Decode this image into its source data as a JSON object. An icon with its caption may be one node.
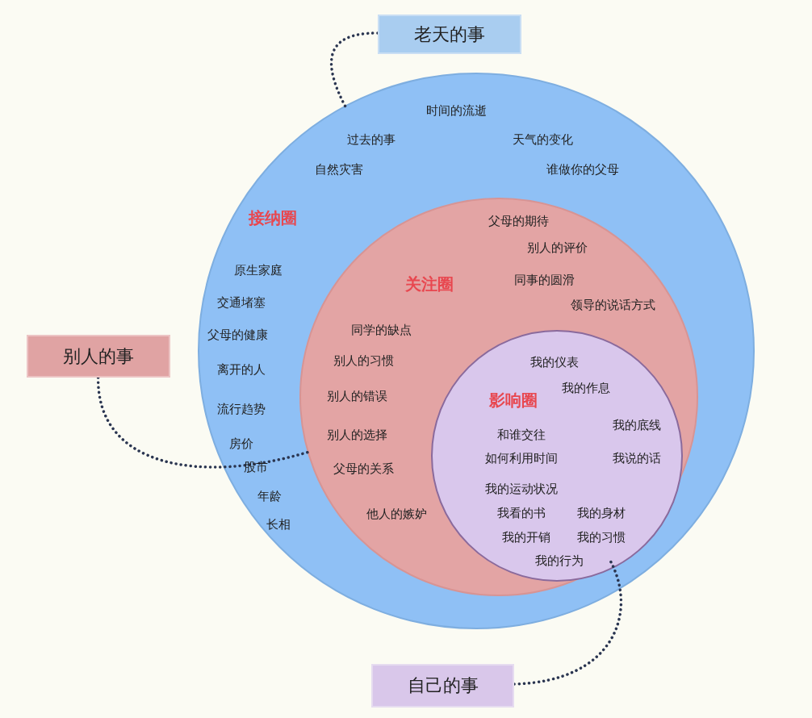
{
  "diagram": {
    "nodes": [
      {
        "text": [
          "老天的事"
        ]
      },
      {
        "text": [
          "别人的事"
        ]
      },
      {
        "text": [
          "自己的事"
        ]
      },
      {
        "text": [
          "接纳圈",
          "时间的流逝",
          "过去的事",
          "天气的变化",
          "自然灾害",
          "谁做你的父母",
          "原生家庭",
          "交通堵塞",
          "父母的健康",
          "离开的人",
          "流行趋势",
          "房价",
          "股市",
          "年龄",
          "长相"
        ]
      },
      {
        "text": [
          "关注圈",
          "父母的期待",
          "别人的评价",
          "同事的圆滑",
          "领导的说话方式",
          "同学的缺点",
          "别人的习惯",
          "别人的错误",
          "别人的选择",
          "父母的关系",
          "他人的嫉妒"
        ],
        "in": 3
      },
      {
        "text": [
          "影响圈",
          "我的仪表",
          "我的作息",
          "我的底线",
          "和谁交往",
          "如何利用时间",
          "我说的话",
          "我的运动状况",
          "我看的书",
          "我的身材",
          "我的开销",
          "我的习惯",
          "我的行为"
        ],
        "in": 4
      }
    ],
    "edges": [
      {
        "from": 0,
        "to": 3,
        "arrow": "none",
        "style": "dashed"
      },
      {
        "from": 1,
        "to": 4,
        "arrow": "none",
        "style": "dashed"
      },
      {
        "from": 2,
        "to": 5,
        "arrow": "none",
        "style": "dashed"
      }
    ]
  }
}
